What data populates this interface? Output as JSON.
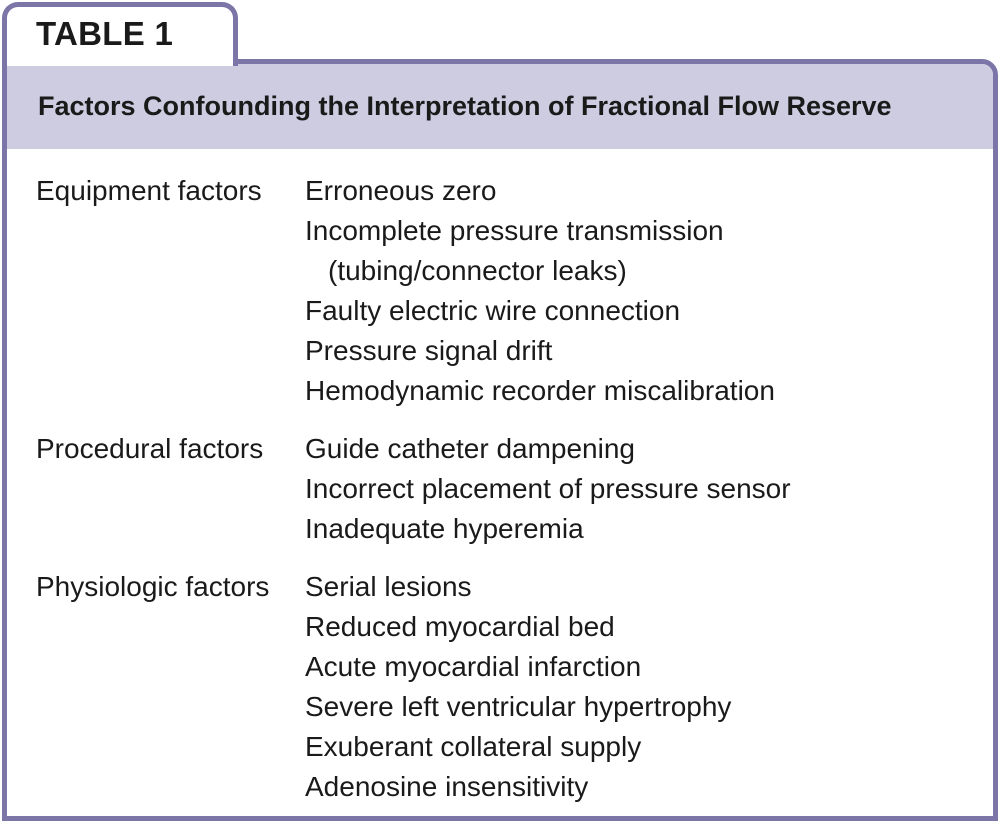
{
  "tab": {
    "label": "TABLE 1"
  },
  "header": {
    "title": "Factors Confounding the Interpretation of Fractional Flow Reserve"
  },
  "colors": {
    "border": "#7b75a8",
    "header_fill": "#cdcce1",
    "text": "#1a1a1a",
    "page_background": "#ffffff"
  },
  "sections": [
    {
      "label": "Equipment factors",
      "items": [
        {
          "text": "Erroneous zero",
          "indented": false
        },
        {
          "text": "Incomplete pressure transmission",
          "indented": false
        },
        {
          "text": "(tubing/connector leaks)",
          "indented": true
        },
        {
          "text": "Faulty electric wire connection",
          "indented": false
        },
        {
          "text": "Pressure signal drift",
          "indented": false
        },
        {
          "text": "Hemodynamic recorder miscalibration",
          "indented": false
        }
      ]
    },
    {
      "label": "Procedural factors",
      "items": [
        {
          "text": "Guide catheter dampening",
          "indented": false
        },
        {
          "text": "Incorrect placement of pressure sensor",
          "indented": false
        },
        {
          "text": "Inadequate hyperemia",
          "indented": false
        }
      ]
    },
    {
      "label": "Physiologic factors",
      "items": [
        {
          "text": "Serial lesions",
          "indented": false
        },
        {
          "text": "Reduced myocardial bed",
          "indented": false
        },
        {
          "text": "Acute myocardial infarction",
          "indented": false
        },
        {
          "text": "Severe left ventricular hypertrophy",
          "indented": false
        },
        {
          "text": "Exuberant collateral supply",
          "indented": false
        },
        {
          "text": "Adenosine insensitivity",
          "indented": false
        }
      ]
    }
  ]
}
